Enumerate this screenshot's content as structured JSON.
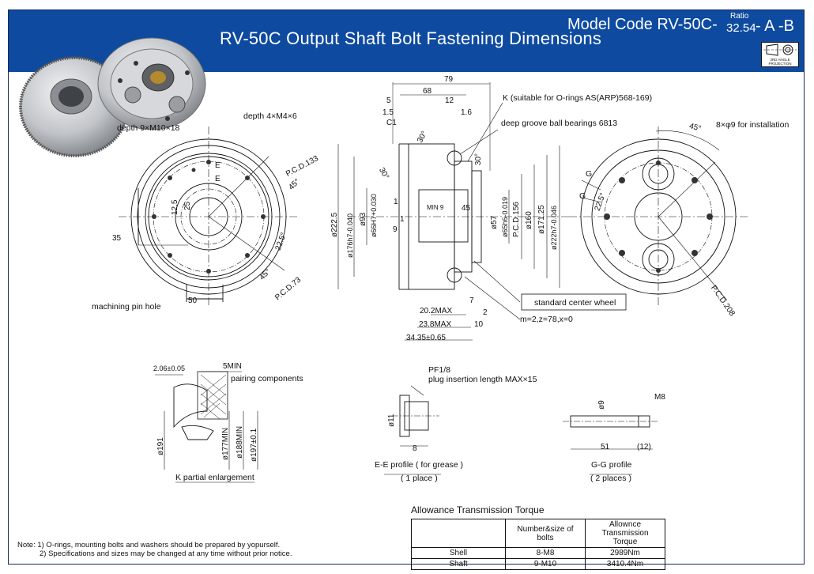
{
  "header": {
    "title": "RV-50C Output Shaft Bolt Fastening Dimensions",
    "model_code_prefix": "Model Code RV-50C-",
    "ratio_label": "Ratio",
    "ratio_value": "32.54",
    "model_code_suffix": "- A -B",
    "projection_label": "3RD ANGLE PROJECTION"
  },
  "front_view": {
    "depth_m10": "depth 9×M10×18",
    "depth_m4": "depth 4×M4×6",
    "pcd133": "P.C.D.133",
    "pcd73": "P.C.D.73",
    "angle45_top": "45°",
    "angle45_bottom": "45°",
    "angle225": "22.5°",
    "dim35": "35",
    "dim50": "50",
    "dim125": "12.5",
    "dim25": "25",
    "e_top": "E",
    "e_bottom": "E",
    "pin_hole": "machining pin hole"
  },
  "section_view": {
    "d79": "79",
    "d68": "68",
    "d5": "5",
    "d15": "1.5",
    "d12": "12",
    "d16": "1.6",
    "c1": "C1",
    "a30a": "30°",
    "a30b": "30°",
    "a30c": "30°",
    "o_ring": "K (suitable for O-rings AS(ARP)568-169)",
    "bearing": "deep groove ball bearings 6813",
    "min9": "MIN 9",
    "d45": "45",
    "d1a": "1",
    "d1b": "1",
    "d9": "9",
    "phi2225": "ø222.5",
    "phi176": "ø176h7-0.040",
    "phi93": "ø93",
    "phi66": "ø66H7+0.030",
    "phi57": "ø57",
    "phi65": "ø65h6-0.019",
    "pcd156": "P.C.D.156",
    "phi160": "ø160",
    "phi17125": "ø171.25",
    "phi222h7": "ø222h7-0.046",
    "center_wheel": "standard center wheel",
    "gear_spec": "m=2,z=78,x=0",
    "d7": "7",
    "d2": "2",
    "d10": "10",
    "d202": "20.2MAX",
    "d238": "23.8MAX",
    "d3435": "34.35±0.65"
  },
  "right_view": {
    "install": "8×φ9 for installation",
    "angle45": "45°",
    "angle225": "22.5°",
    "g_top": "G",
    "g_bottom": "G",
    "pcd208": "P.C.D.208"
  },
  "k_detail": {
    "d206": "2.06±0.05",
    "d5min": "5MIN",
    "pairing": "pairing components",
    "phi191": "ø191",
    "phi177": "ø177MIN",
    "phi188": "ø188MIN",
    "phi197": "ø197±0.1",
    "caption": "K partial enlargement"
  },
  "e_profile": {
    "pf": "PF1/8",
    "plug": "plug insertion length MAX×15",
    "phi11": "ø11",
    "d8": "8",
    "caption": "E-E profile ( for grease )",
    "places": "( 1 place )"
  },
  "g_profile": {
    "m8": "M8",
    "phi9": "ø9",
    "d51": "51",
    "d12": "(12)",
    "caption": "G-G profile",
    "places": "( 2 places )"
  },
  "torque_table": {
    "title": "Allowance Transmission Torque",
    "headers": [
      "",
      "Number&size of bolts",
      "Allownce Transmission Torque"
    ],
    "rows": [
      [
        "Shell",
        "8-M8",
        "2989Nm"
      ],
      [
        "Shaft",
        "9-M10",
        "3410.4Nm"
      ]
    ]
  },
  "notes": {
    "note1": "Note: 1) O-rings, mounting bolts and washers should be prepared by yopurself.",
    "note2": "2) Specifications and sizes may be changed at any time without prior notice."
  },
  "colors": {
    "banner": "#0d4aa0",
    "line": "#111111",
    "metal": "#c9ccd0"
  }
}
